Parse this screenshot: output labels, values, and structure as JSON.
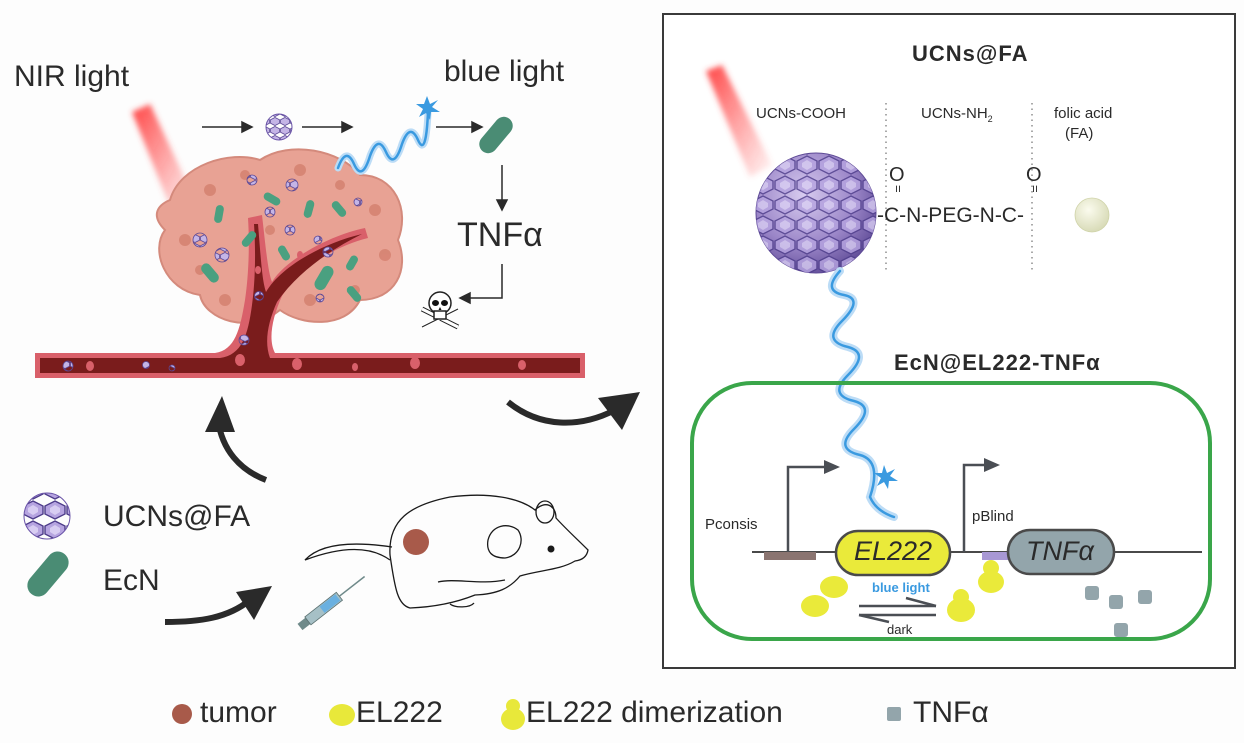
{
  "left_panel": {
    "nir_label": "NIR light",
    "blue_label": "blue light",
    "tnf_label": "TNFα",
    "death_icon": "skull-crossbones-icon",
    "legend_items": [
      {
        "label": "UCNs@FA",
        "icon": "ucn-nanoparticle-icon"
      },
      {
        "label": "EcN",
        "icon": "bacterium-icon"
      }
    ]
  },
  "right_panel": {
    "title": "UCNs@FA",
    "sections": [
      {
        "label": "UCNs-COOH"
      },
      {
        "label": "UCNs-NH",
        "subscript": "2"
      },
      {
        "label": "folic acid",
        "sublabel": "(FA)"
      }
    ],
    "chemistry": {
      "oxygen_1": "O",
      "oxygen_2": "O",
      "double_bond": "=",
      "chain": "-C-N-PEG-N-C-"
    },
    "cell_title": "EcN@EL222-TNFα",
    "promoter_1": "Pconsis",
    "promoter_2": "pBlind",
    "gene_1": "EL222",
    "gene_2": "TNFα",
    "equilibrium_forward": "blue light",
    "equilibrium_reverse": "dark"
  },
  "legend": [
    {
      "label": "tumor",
      "color": "#a85a4a",
      "shape": "circle"
    },
    {
      "label": "EL222",
      "color": "#e8e83a",
      "shape": "ellipse"
    },
    {
      "label": "EL222 dimerization",
      "color": "#e8e83a",
      "shape": "dimer"
    },
    {
      "label": "TNFα",
      "color": "#93a5ab",
      "shape": "square"
    }
  ],
  "colors": {
    "ecn_green": "#4a8c74",
    "ucn_purple": "#9b86c8",
    "blood_dark": "#7a1c1c",
    "blood_light": "#d9606a",
    "tumor_tissue": "#e8a294",
    "cell_membrane": "#3aa64a",
    "blue_light": "#3a9ae0",
    "nir_red": "#f23a3a",
    "el222_yellow": "#eaea3a",
    "tnf_gray": "#93a5ab"
  }
}
